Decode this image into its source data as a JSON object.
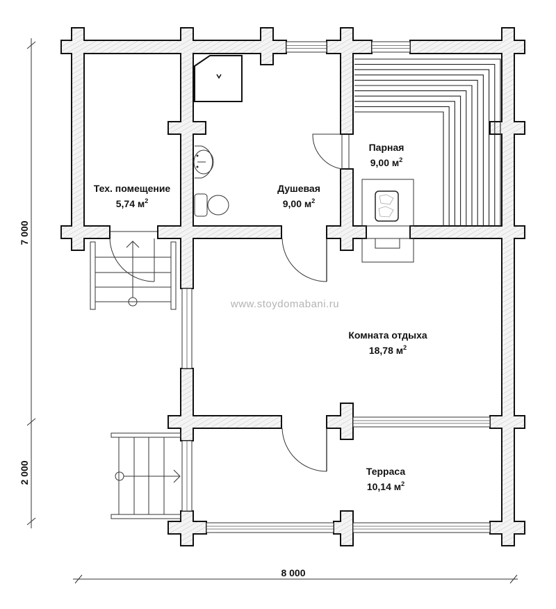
{
  "plan": {
    "watermark": "www.stoydomabani.ru",
    "rooms": [
      {
        "name": "Тех. помещение",
        "area": "5,74 м",
        "sup": "2"
      },
      {
        "name": "Душевая",
        "area": "9,00 м",
        "sup": "2"
      },
      {
        "name": "Парная",
        "area": "9,00 м",
        "sup": "2"
      },
      {
        "name": "Комната отдыха",
        "area": "18,78 м",
        "sup": "2"
      },
      {
        "name": "Терраса",
        "area": "10,14 м",
        "sup": "2"
      }
    ],
    "dimensions": {
      "height_main": "7 000",
      "height_terrace": "2 000",
      "width_total": "8 000"
    },
    "colors": {
      "wall_fill": "#f2f2f2",
      "hatch": "#c8c8c8",
      "outline": "#111111"
    }
  }
}
